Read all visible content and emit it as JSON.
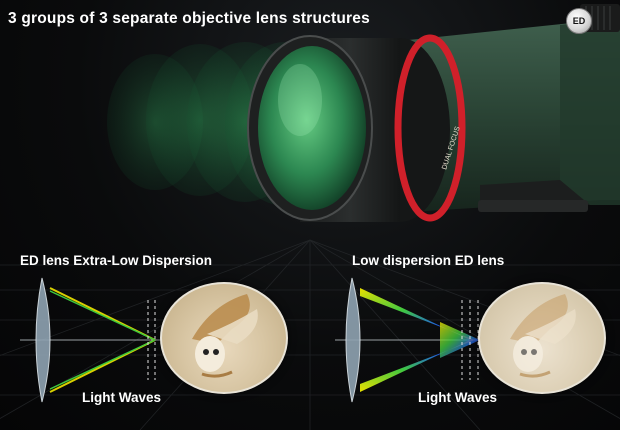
{
  "header": {
    "title": "3 groups of 3 separate objective lens structures",
    "badge": "ED"
  },
  "scope": {
    "ring_text": "DUAL FOCUS"
  },
  "diagrams": [
    {
      "title": "ED lens Extra-Low Dispersion",
      "caption": "Light Waves"
    },
    {
      "title": "Low dispersion ED lens",
      "caption": "Light Waves"
    }
  ],
  "colors": {
    "body_green": "#2b4536",
    "lens_green": "#2f9a5a",
    "accent_red": "#d0202a",
    "ray_yellow": "#d8d000",
    "ray_green": "#3ec93e"
  }
}
